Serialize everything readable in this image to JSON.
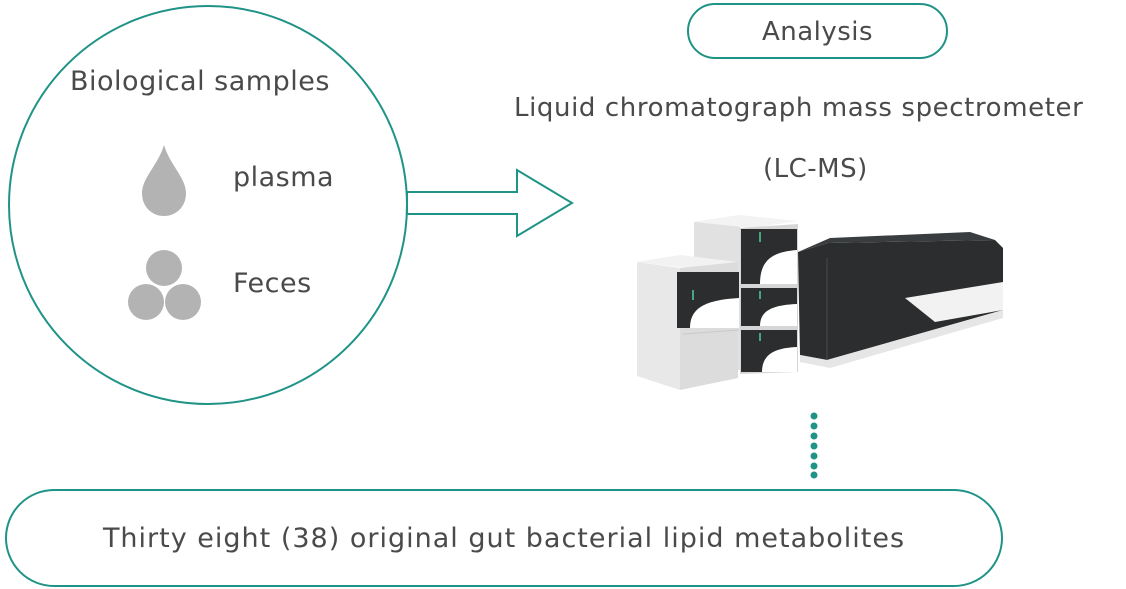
{
  "samples": {
    "title": "Biological samples",
    "items": [
      {
        "label": "plasma",
        "icon": "droplet-icon"
      },
      {
        "label": "Feces",
        "icon": "feces-pellets-icon"
      }
    ]
  },
  "analysis": {
    "badge": "Analysis",
    "instrument_line1": "Liquid chromatograph mass spectrometer",
    "instrument_line2": "(LC-MS)",
    "instrument_icon": "lc-ms-instrument-icon"
  },
  "result": {
    "label": "Thirty eight (38) original gut bacterial lipid metabolites"
  },
  "colors": {
    "accent": "#1f9386",
    "icon_gray": "#b3b3b3",
    "text": "#4a4a4a",
    "instrument_dark": "#2b2d2e",
    "instrument_light": "#e6e6e6"
  }
}
